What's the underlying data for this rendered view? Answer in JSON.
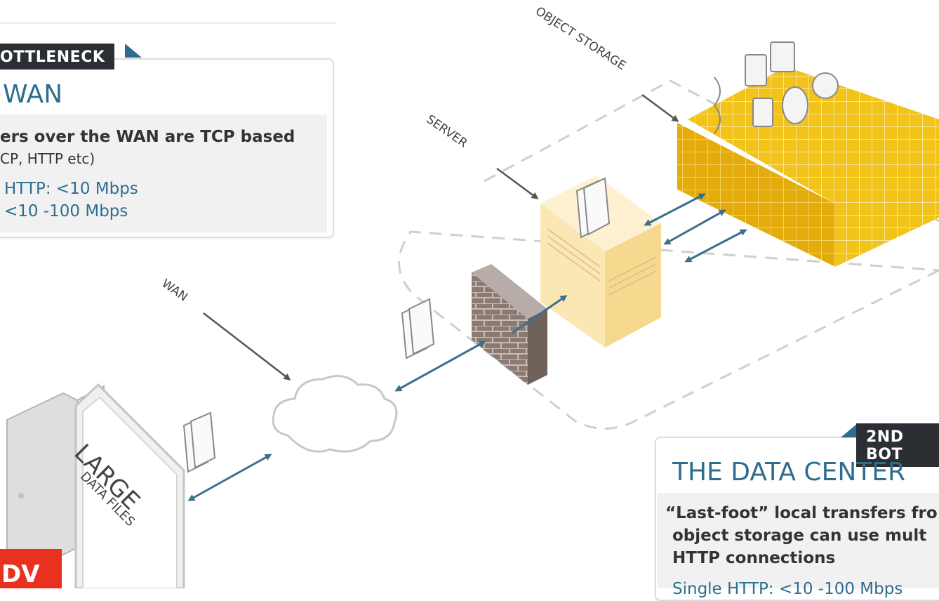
{
  "top_card": {
    "tag": "OTTLENECK",
    "title": "WAN",
    "line1": "ers over the WAN are TCP based",
    "line2": "CP, HTTP etc)",
    "line3": "HTTP: <10 Mbps",
    "line4": "<10 -100 Mbps"
  },
  "bottom_card": {
    "tag": "2ND BOT",
    "title": "THE DATA CENTER",
    "line1": "“Last-foot” local transfers fro",
    "line2": "object storage can use mult",
    "line3": "HTTP connections",
    "line4": "Single HTTP: <10 -100 Mbps"
  },
  "labels": {
    "object_storage": "OBJECT STORAGE",
    "server": "SERVER",
    "wan": "WAN",
    "large": "LARGE",
    "data_files": "DATA FILES"
  },
  "badge": "DV",
  "colors": {
    "accent": "#2d6e8e",
    "tag_bg": "#2b2e33",
    "storage_yellow": "#f2c318",
    "server_yellow": "#fbe7b4",
    "arrow": "#3b6f8c",
    "badge_red": "#e8321f"
  },
  "icons": [
    "storage-cube-icon",
    "server-icon",
    "firewall-icon",
    "cloud-icon",
    "computer-icon",
    "file-stack-icon"
  ]
}
